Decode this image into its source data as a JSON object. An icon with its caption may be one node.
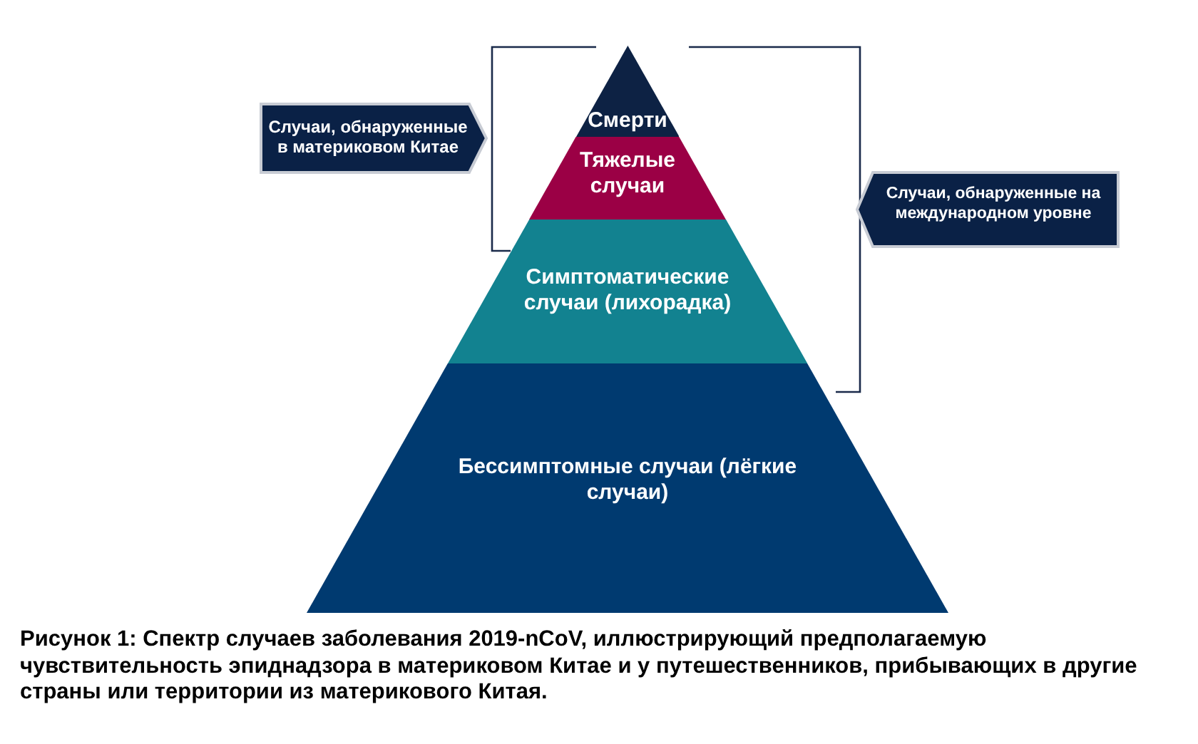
{
  "diagram": {
    "caption": "Рисунок 1: Спектр случаев заболевания 2019-nCoV, иллюстрирующий предполагаемую чувствительность эпиднадзора в материковом Китае и у путешественников, прибывающих в другие страны или территории из материкового Китая.",
    "nodes": [
      {
        "text": [
          "Смерти"
        ]
      },
      {
        "text": [
          "Тяжелые случаи"
        ]
      },
      {
        "text": [
          "Симптоматические случаи (лихорадка)"
        ]
      },
      {
        "text": [
          "Бессимптомные случаи (лёгкие случаи)"
        ]
      },
      {
        "text": [
          "Случаи, обнаруженные в материковом Китае"
        ]
      },
      {
        "text": [
          "Случаи, обнаруженные на международном уровне"
        ]
      }
    ]
  }
}
